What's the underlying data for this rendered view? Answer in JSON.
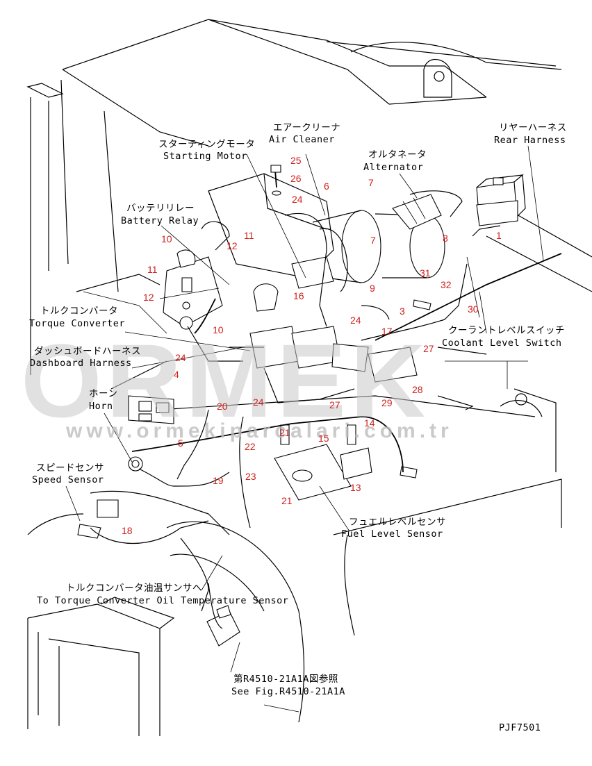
{
  "watermark": {
    "logo": "ORMEK",
    "url": "www.ormekiparcalari.com.tr"
  },
  "figure_code": "PJF7501",
  "labels": {
    "starting_motor_jp": "スターティングモータ",
    "starting_motor_en": "Starting Motor",
    "air_cleaner_jp": "エアークリーナ",
    "air_cleaner_en": "Air Cleaner",
    "alternator_jp": "オルタネータ",
    "alternator_en": "Alternator",
    "rear_harness_jp": "リヤーハーネス",
    "rear_harness_en": "Rear Harness",
    "battery_relay_jp": "バッテリリレー",
    "battery_relay_en": "Battery Relay",
    "torque_converter_jp": "トルクコンバータ",
    "torque_converter_en": "Torque Converter",
    "dashboard_harness_jp": "ダッシュボードハーネス",
    "dashboard_harness_en": "Dashboard Harness",
    "horn_jp": "ホーン",
    "horn_en": "Horn",
    "speed_sensor_jp": "スピードセンサ",
    "speed_sensor_en": "Speed Sensor",
    "coolant_level_jp": "クーラントレベルスイッチ",
    "coolant_level_en": "Coolant Level Switch",
    "fuel_level_jp": "フュエルレベルセンサ",
    "fuel_level_en": "Fuel Level Sensor",
    "tc_oil_temp_jp": "トルクコンバータ油温サンサへ",
    "tc_oil_temp_en": "To Torque Converter Oil Temperature Sensor",
    "see_fig_jp": "第R4510-21A1A図参照",
    "see_fig_en": "See Fig.R4510-21A1A"
  },
  "part_numbers": {
    "n1": "1",
    "n3": "3",
    "n4": "4",
    "n5": "5",
    "n6": "6",
    "n7a": "7",
    "n7b": "7",
    "n8": "8",
    "n9": "9",
    "n10a": "10",
    "n10b": "10",
    "n11a": "11",
    "n11b": "11",
    "n12a": "12",
    "n12b": "12",
    "n13": "13",
    "n14": "14",
    "n15": "15",
    "n16": "16",
    "n17": "17",
    "n18": "18",
    "n19": "19",
    "n20": "20",
    "n21a": "21",
    "n21b": "21",
    "n22": "22",
    "n23": "23",
    "n24a": "24",
    "n24b": "24",
    "n24c": "24",
    "n24d": "24",
    "n25": "25",
    "n26": "26",
    "n27a": "27",
    "n27b": "27",
    "n28": "28",
    "n29": "29",
    "n30": "30",
    "n31": "31",
    "n32": "32"
  },
  "colors": {
    "callout_number": "#d0201c",
    "line": "#000000",
    "watermark": "#c9c9c9"
  }
}
